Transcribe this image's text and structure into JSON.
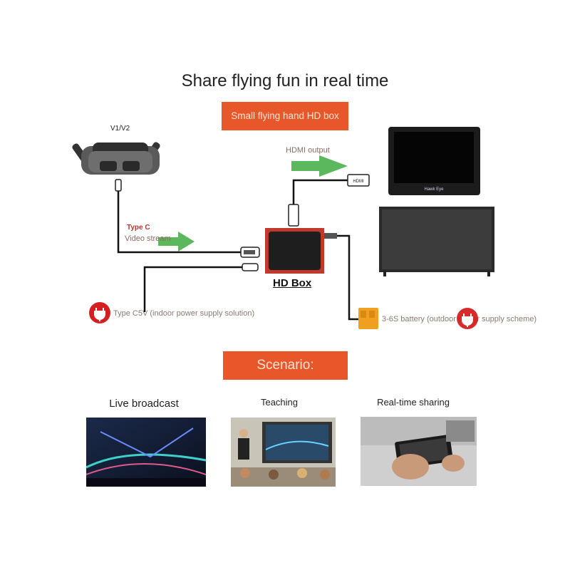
{
  "title": "Share flying fun in real time",
  "banner_top": "Small flying hand HD box",
  "goggles_label": "V1/V2",
  "hdmi_output_label": "HDMI output",
  "typec_label": "Type C",
  "video_stream_label": "Video stream",
  "hdbox_label": "HD Box",
  "power_indoor_label": "Type C5V (indoor power supply solution)",
  "battery_label": "3-6S battery (outdoor power supply scheme)",
  "hdmi_connector_text": "HDMI",
  "monitor_brand": "Hawk Eye",
  "scenario_label": "Scenario:",
  "scenarios": [
    {
      "caption": "Live broadcast"
    },
    {
      "caption": "Teaching"
    },
    {
      "caption": "Real-time sharing"
    }
  ],
  "colors": {
    "banner": "#e8572a",
    "arrow": "#5cb85c",
    "hdbox_border": "#c0392b",
    "power_icon": "#d42020",
    "battery": "#f0a020"
  }
}
